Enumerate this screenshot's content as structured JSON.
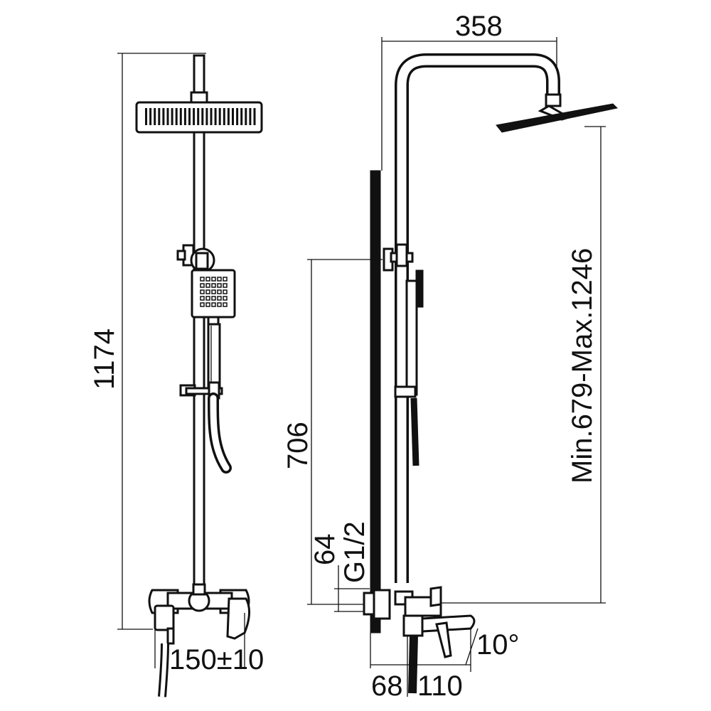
{
  "dimensions": {
    "total_height": "1174",
    "top_width": "358",
    "adjust_range": "Min.679-Max.1246",
    "bar_height": "706",
    "inlet_height": "64",
    "thread": "G1/2",
    "inlet_spacing": "150±10",
    "wall_offset": "68",
    "spout_length": "110",
    "spout_angle": "10°"
  },
  "colors": {
    "line": "#111111",
    "background": "#ffffff"
  }
}
